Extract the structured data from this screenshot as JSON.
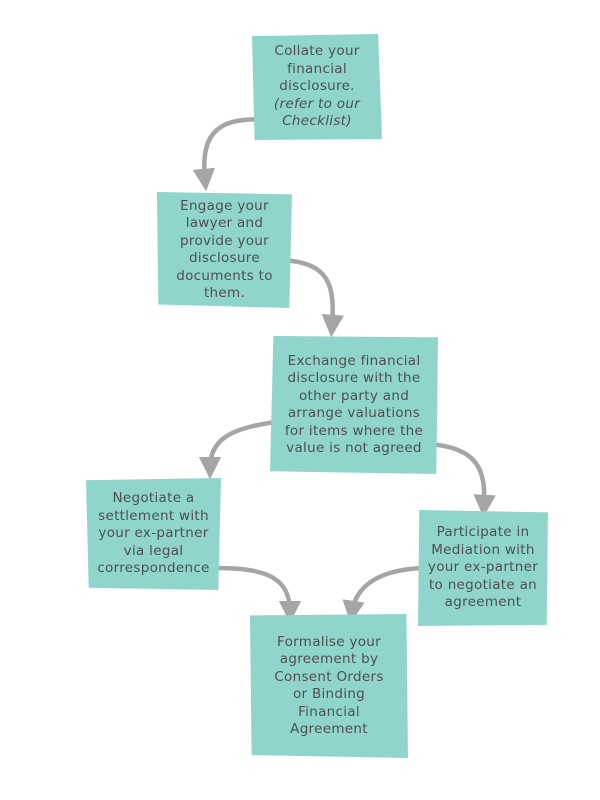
{
  "steps": {
    "collate": {
      "lines": [
        "Collate your",
        "financial",
        "disclosure."
      ],
      "italic_lines": [
        "(refer to our",
        "Checklist)"
      ]
    },
    "lawyer": {
      "lines": [
        "Engage your",
        "lawyer and",
        "provide your",
        "disclosure",
        "documents to",
        "them."
      ]
    },
    "exchange": {
      "lines": [
        "Exchange financial",
        "disclosure with the",
        "other party and",
        "arrange valuations",
        "for items where the",
        "value is not agreed"
      ]
    },
    "negotiate": {
      "lines": [
        "Negotiate a",
        "settlement with",
        "your ex-partner",
        "via legal",
        "correspondence"
      ]
    },
    "mediation": {
      "lines": [
        "Participate in",
        "Mediation with",
        "your ex-partner",
        "to negotiate an",
        "agreement"
      ]
    },
    "formalise": {
      "lines": [
        "Formalise your",
        "agreement by",
        "Consent Orders",
        "or Binding",
        "Financial",
        "Agreement"
      ]
    }
  },
  "colors": {
    "note_fill": "#8fd5cb",
    "note_text": "#4f4f4f",
    "arrow": "#a5a5a5"
  }
}
